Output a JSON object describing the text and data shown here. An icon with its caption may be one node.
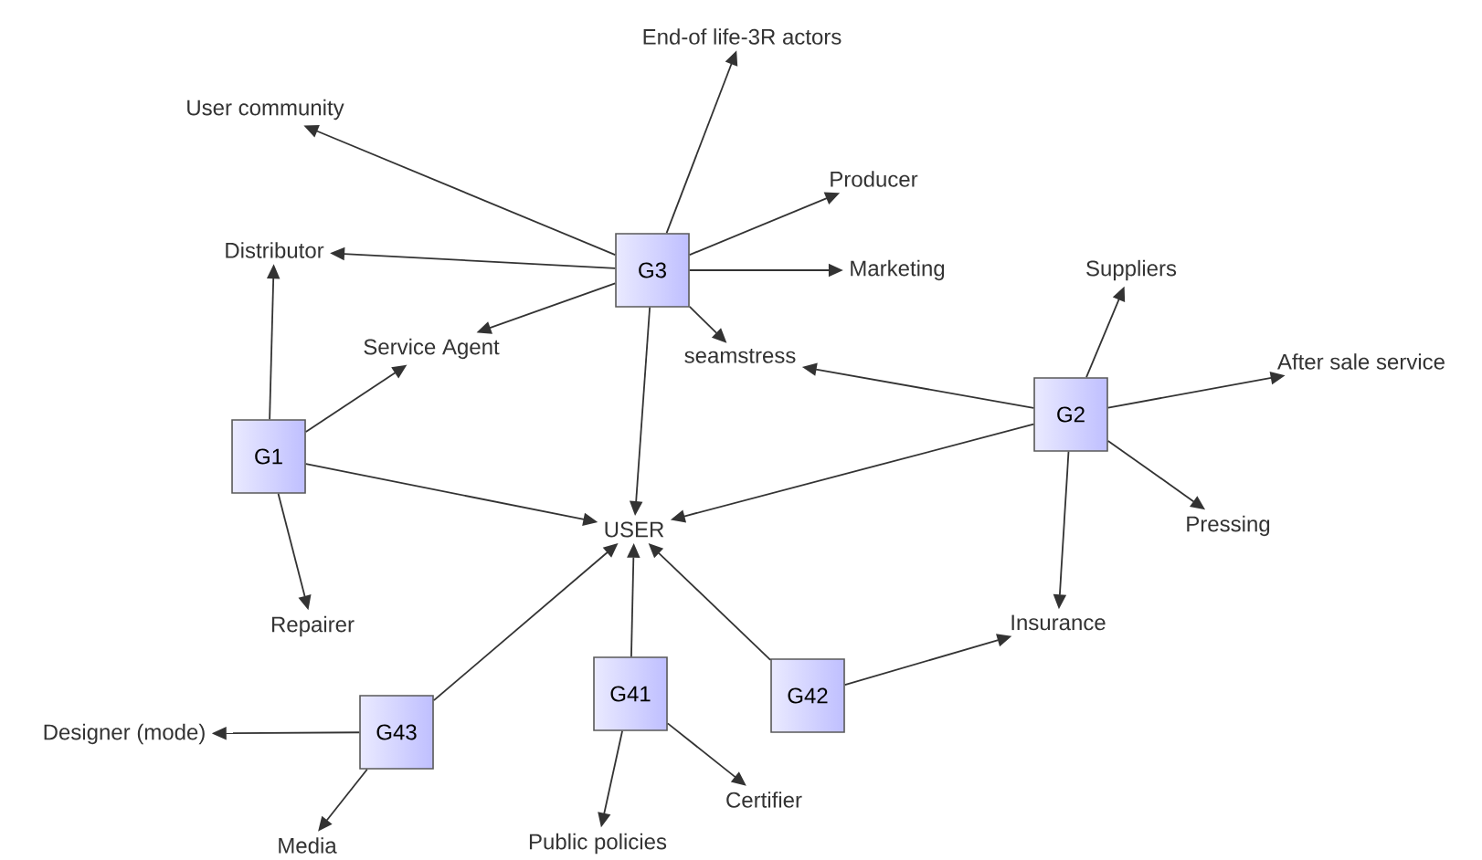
{
  "diagram": {
    "nodes": [
      {
        "text": [
          "G3"
        ]
      },
      {
        "text": [
          "User community"
        ]
      },
      {
        "text": [
          "Distributor"
        ]
      },
      {
        "text": [
          "End-of life-3R actors"
        ]
      },
      {
        "text": [
          "Producer"
        ]
      },
      {
        "text": [
          "Marketing"
        ]
      },
      {
        "text": [
          "Service Agent"
        ]
      },
      {
        "text": [
          "seamstress"
        ]
      },
      {
        "text": [
          "USER"
        ]
      },
      {
        "text": [
          "G1"
        ]
      },
      {
        "text": [
          "Repairer"
        ]
      },
      {
        "text": [
          "G2"
        ]
      },
      {
        "text": [
          "Suppliers"
        ]
      },
      {
        "text": [
          "After sale service"
        ]
      },
      {
        "text": [
          "Pressing"
        ]
      },
      {
        "text": [
          "Insurance"
        ]
      },
      {
        "text": [
          "G43"
        ]
      },
      {
        "text": [
          "Designer (mode)"
        ]
      },
      {
        "text": [
          "Media"
        ]
      },
      {
        "text": [
          "G41"
        ]
      },
      {
        "text": [
          "Public policies"
        ]
      },
      {
        "text": [
          "Certifier"
        ]
      },
      {
        "text": [
          "G42"
        ]
      }
    ],
    "edges": [
      {
        "from": 0,
        "to": 1,
        "arrow": "to"
      },
      {
        "from": 0,
        "to": 2,
        "arrow": "to"
      },
      {
        "from": 0,
        "to": 3,
        "arrow": "to"
      },
      {
        "from": 0,
        "to": 4,
        "arrow": "to"
      },
      {
        "from": 0,
        "to": 5,
        "arrow": "to"
      },
      {
        "from": 0,
        "to": 6,
        "arrow": "to"
      },
      {
        "from": 0,
        "to": 7,
        "arrow": "to"
      },
      {
        "from": 0,
        "to": 8,
        "arrow": "to"
      },
      {
        "from": 9,
        "to": 2,
        "arrow": "to"
      },
      {
        "from": 9,
        "to": 6,
        "arrow": "to"
      },
      {
        "from": 9,
        "to": 8,
        "arrow": "to"
      },
      {
        "from": 9,
        "to": 10,
        "arrow": "to"
      },
      {
        "from": 11,
        "to": 7,
        "arrow": "to"
      },
      {
        "from": 11,
        "to": 12,
        "arrow": "to"
      },
      {
        "from": 11,
        "to": 13,
        "arrow": "to"
      },
      {
        "from": 11,
        "to": 14,
        "arrow": "to"
      },
      {
        "from": 11,
        "to": 15,
        "arrow": "to"
      },
      {
        "from": 11,
        "to": 8,
        "arrow": "to"
      },
      {
        "from": 16,
        "to": 17,
        "arrow": "to"
      },
      {
        "from": 16,
        "to": 18,
        "arrow": "to"
      },
      {
        "from": 16,
        "to": 8,
        "arrow": "to"
      },
      {
        "from": 19,
        "to": 8,
        "arrow": "to"
      },
      {
        "from": 19,
        "to": 20,
        "arrow": "to"
      },
      {
        "from": 19,
        "to": 21,
        "arrow": "to"
      },
      {
        "from": 22,
        "to": 8,
        "arrow": "to"
      },
      {
        "from": 22,
        "to": 15,
        "arrow": "to"
      }
    ]
  }
}
